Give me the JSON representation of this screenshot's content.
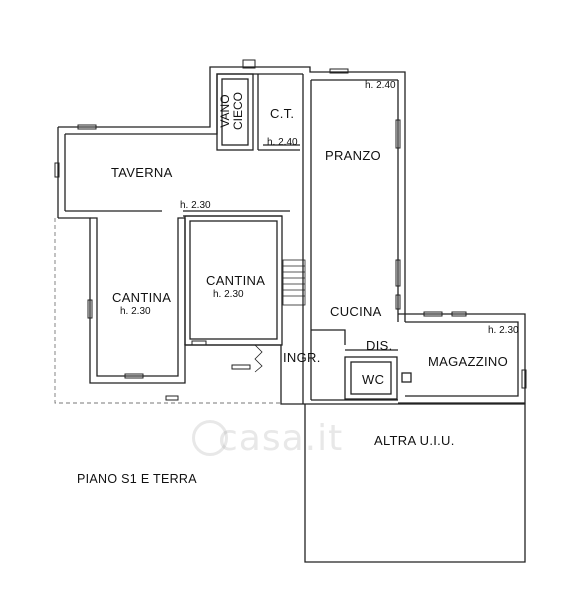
{
  "rooms": {
    "vano_cieco_line1": "VANO",
    "vano_cieco_line2": "CIECO",
    "ct": "C.T.",
    "taverna": "TAVERNA",
    "pranzo": "PRANZO",
    "cantina_left": "CANTINA",
    "cantina_center": "CANTINA",
    "cucina": "CUCINA",
    "ingr": "INGR.",
    "dis": "DIS.",
    "wc": "WC",
    "magazzino": "MAGAZZINO",
    "altra_uiu": "ALTRA U.I.U."
  },
  "heights": {
    "pranzo_top": "h. 2.40",
    "ct": "h. 2.40",
    "taverna": "h. 2.30",
    "cantina_left": "h. 2.30",
    "cantina_center": "h. 2.30",
    "magazzino": "h. 2.30"
  },
  "plan_title": "PIANO S1 E TERRA",
  "watermark": "casa.it",
  "colors": {
    "wall": "#222222",
    "fill": "#ffffff",
    "dash": "#777777"
  }
}
